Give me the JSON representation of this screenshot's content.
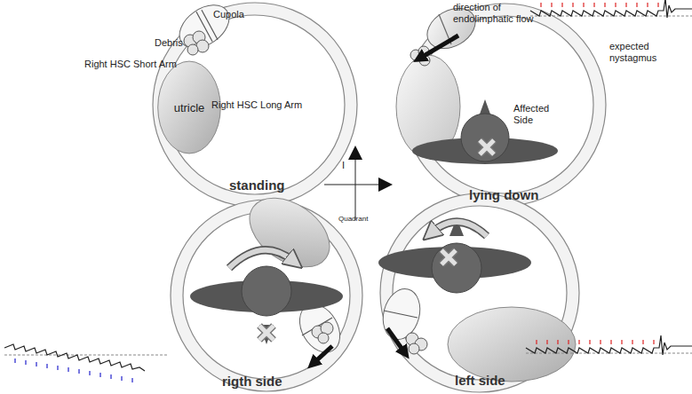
{
  "diagram": {
    "nodes": [
      {
        "text": [
          "utricle"
        ]
      }
    ],
    "labels": [
      "Cupola",
      "Debris",
      "Right HSC Short Arm",
      "Right HSC Long Arm",
      "standing",
      "direction of endolimphatic flow",
      "expected nystagmus",
      "Affected Side",
      "lying down",
      "I",
      "Quadrant",
      "rigth side",
      "left side"
    ]
  }
}
